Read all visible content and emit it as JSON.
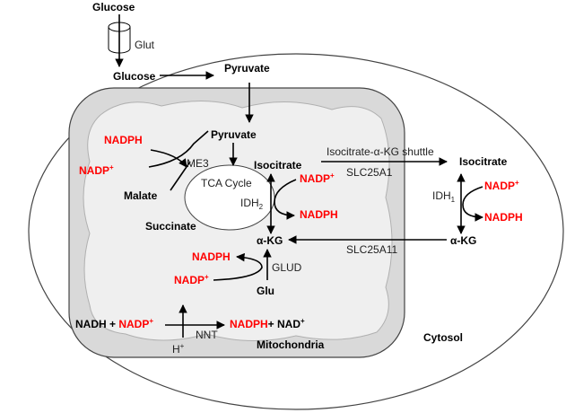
{
  "labels": {
    "glucose_top": "Glucose",
    "glut": "Glut",
    "glucose_cyt": "Glucose",
    "pyruvate_cyt": "Pyruvate",
    "pyruvate_mito": "Pyruvate",
    "nadph_me3": "NADPH",
    "nadp_me3": "NADP",
    "me3": "ME3",
    "malate": "Malate",
    "tca_cycle": "TCA Cycle",
    "succinate": "Succinate",
    "isocitrate_mito": "Isocitrate",
    "nadp_idh2": "NADP",
    "idh2": "IDH",
    "idh2_sub": "2",
    "nadph_idh2": "NADPH",
    "akg_mito": "α-KG",
    "shuttle": "Isocitrate-α-KG shuttle",
    "slc25a1": "SLC25A1",
    "isocitrate_cyt": "Isocitrate",
    "idh1": "IDH",
    "idh1_sub": "1",
    "nadp_idh1": "NADP",
    "nadph_idh1": "NADPH",
    "akg_cyt": "α-KG",
    "slc25a11": "SLC25A11",
    "nadph_glud": "NADPH",
    "glud": "GLUD",
    "nadp_glud": "NADP",
    "glu": "Glu",
    "nadh": "NADH + ",
    "nadp_nnt": "NADP",
    "nadph_nnt": "NADPH",
    "nad": "+ NAD",
    "nnt": "NNT",
    "h_plus": "H",
    "mitochondria": "Mitochondria",
    "cytosol": "Cytosol"
  },
  "superscripts": {
    "plus": "+"
  },
  "colors": {
    "cofactor_red": "#ff0000",
    "mito_fill": "#d9d9d9",
    "mito_inner": "#efefef",
    "line": "#000000"
  }
}
